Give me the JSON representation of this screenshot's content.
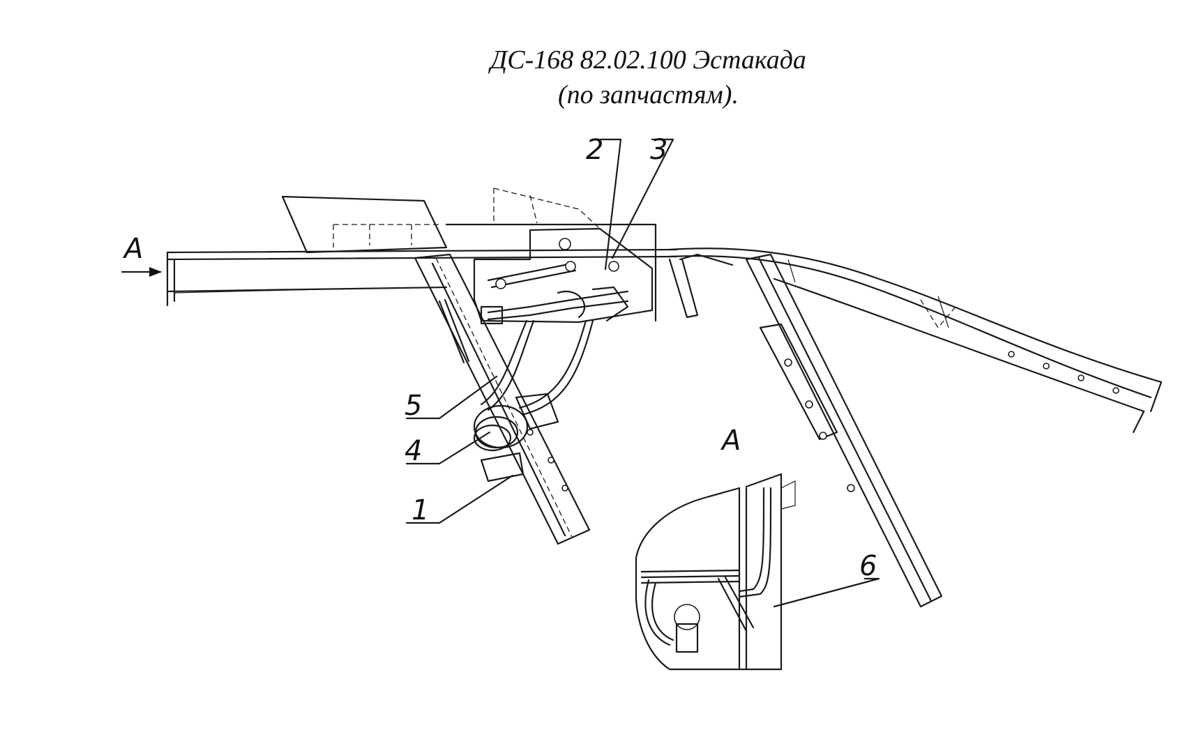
{
  "title": {
    "line1": "ДС-168 82.02.100 Эстакада",
    "line2": "(по запчастям)."
  },
  "labels": {
    "view_a_arrow": "A",
    "view_a_title": "A",
    "p1": "1",
    "p2": "2",
    "p3": "3",
    "p4": "4",
    "p5": "5",
    "p6": "6"
  }
}
